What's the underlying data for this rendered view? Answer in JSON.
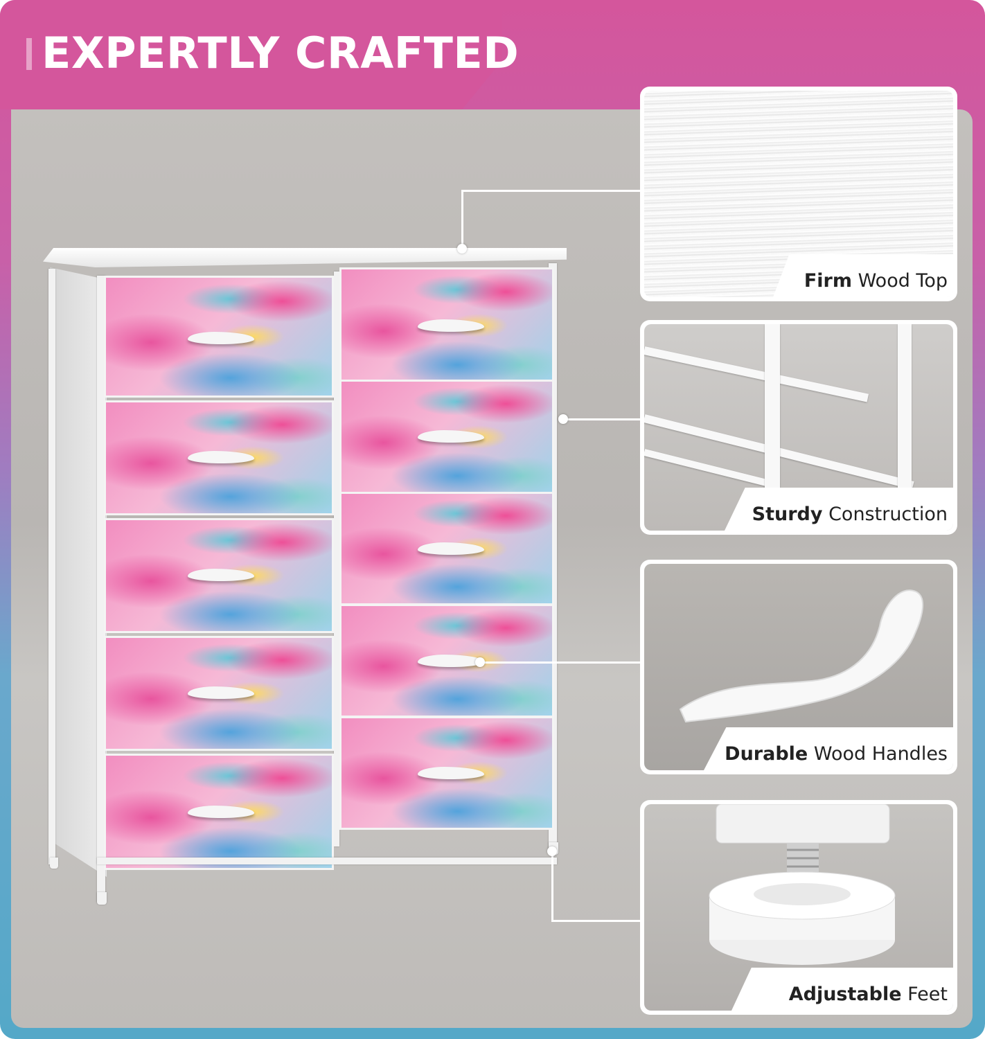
{
  "header": {
    "title": "EXPERTLY CRAFTED"
  },
  "features": [
    {
      "bold": "Firm",
      "rest": "Wood Top",
      "icon": "wood-grain-closeup"
    },
    {
      "bold": "Sturdy",
      "rest": "Construction",
      "icon": "metal-frame-closeup"
    },
    {
      "bold": "Durable",
      "rest": "Wood Handles",
      "icon": "drawer-handle-closeup"
    },
    {
      "bold": "Adjustable",
      "rest": "Feet",
      "icon": "adjustable-foot-closeup"
    }
  ],
  "product": {
    "drawer_count": 10,
    "drawer_pattern": "tie-dye pink blue",
    "frame_color": "#ffffff"
  },
  "colors": {
    "accent_pink": "#d4569c",
    "accent_blue": "#54a8c8",
    "panel_gray": "#c3c0bd"
  }
}
